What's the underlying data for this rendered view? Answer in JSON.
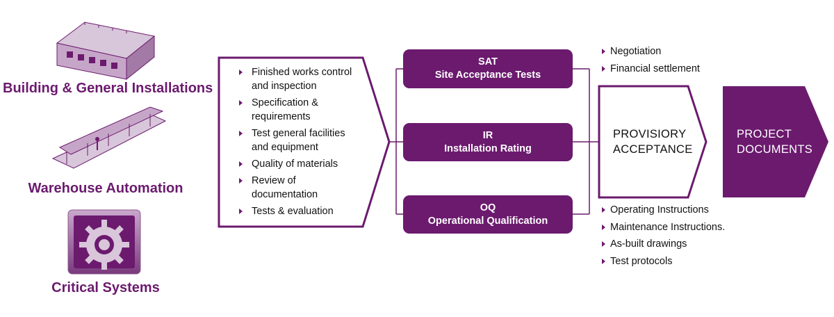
{
  "colors": {
    "accent": "#6b1a6e",
    "light_accent": "#b98dbb"
  },
  "categories": [
    {
      "label": "Building & General Installations",
      "icon": "warehouse-building-icon"
    },
    {
      "label": "Warehouse Automation",
      "icon": "conveyor-automation-icon"
    },
    {
      "label": "Critical Systems",
      "icon": "gear-icon"
    }
  ],
  "checklist": [
    "Finished works control and inspection",
    "Specification & requirements",
    "Test general facilities and equipment",
    "Quality of materials",
    "Review of documentation",
    "Tests & evaluation"
  ],
  "checklist_lines": [
    [
      "Finished works control",
      "and inspection"
    ],
    [
      "Specification &",
      "requirements"
    ],
    [
      "Test general facilities",
      "and equipment"
    ],
    [
      "Quality of materials"
    ],
    [
      "Review of",
      "documentation"
    ],
    [
      "Tests & evaluation"
    ]
  ],
  "tests": [
    {
      "code": "SAT",
      "name": "Site Acceptance Tests"
    },
    {
      "code": "IR",
      "name": "Installation Rating"
    },
    {
      "code": "OQ",
      "name": "Operational Qualification"
    }
  ],
  "top_notes": [
    "Negotiation",
    "Financial settlement"
  ],
  "provisional": {
    "line1": "PROVISIORY",
    "line2": "ACCEPTANCE"
  },
  "project_documents": {
    "line1": "PROJECT",
    "line2": "DOCUMENTS"
  },
  "bottom_notes": [
    "Operating Instructions",
    "Maintenance Instructions.",
    "As-built drawings",
    "Test protocols"
  ]
}
